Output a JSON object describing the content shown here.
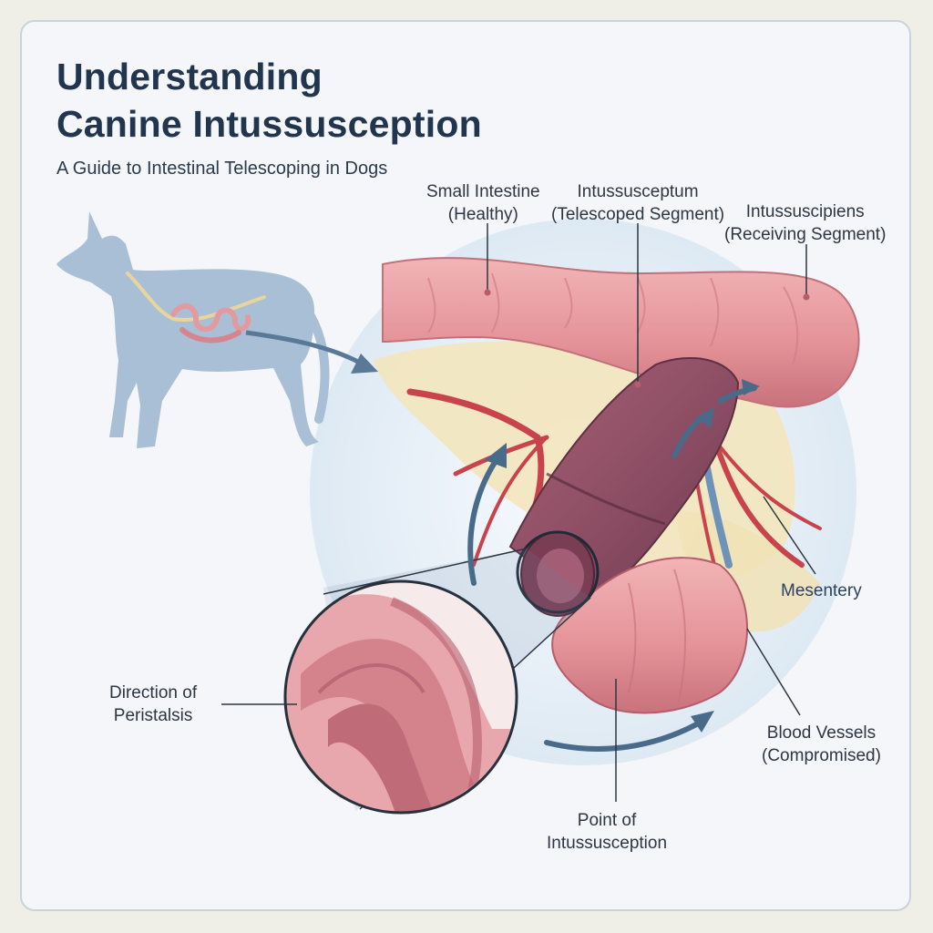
{
  "header": {
    "title_line1": "Understanding",
    "title_line2": "Canine Intussusception",
    "subtitle": "A Guide to Intestinal Telescoping in Dogs"
  },
  "labels": {
    "small_intestine": {
      "line1": "Small Intestine",
      "line2": "(Healthy)"
    },
    "intussusceptum": {
      "line1": "Intussusceptum",
      "line2": "(Telescoped Segment)"
    },
    "intussuscipiens": {
      "line1": "Intussuscipiens",
      "line2": "(Receiving Segment)"
    },
    "mesentery": {
      "line1": "Mesentery"
    },
    "peristalsis": {
      "line1": "Direction of",
      "line2": "Peristalsis"
    },
    "blood_vessels": {
      "line1": "Blood Vessels",
      "line2": "(Compromised)"
    },
    "point": {
      "line1": "Point of",
      "line2": "Intussusception"
    }
  },
  "colors": {
    "title": "#22354f",
    "intestine": "#e39a9e",
    "intestine_dark": "#b55d6a",
    "telescoped": "#8e4f65",
    "dog": "#a9bfd6",
    "arrow": "#4a6a8a",
    "mesentery": "#f3e6bd",
    "vessel_red": "#c9434c",
    "vessel_blue": "#6f93b8"
  }
}
